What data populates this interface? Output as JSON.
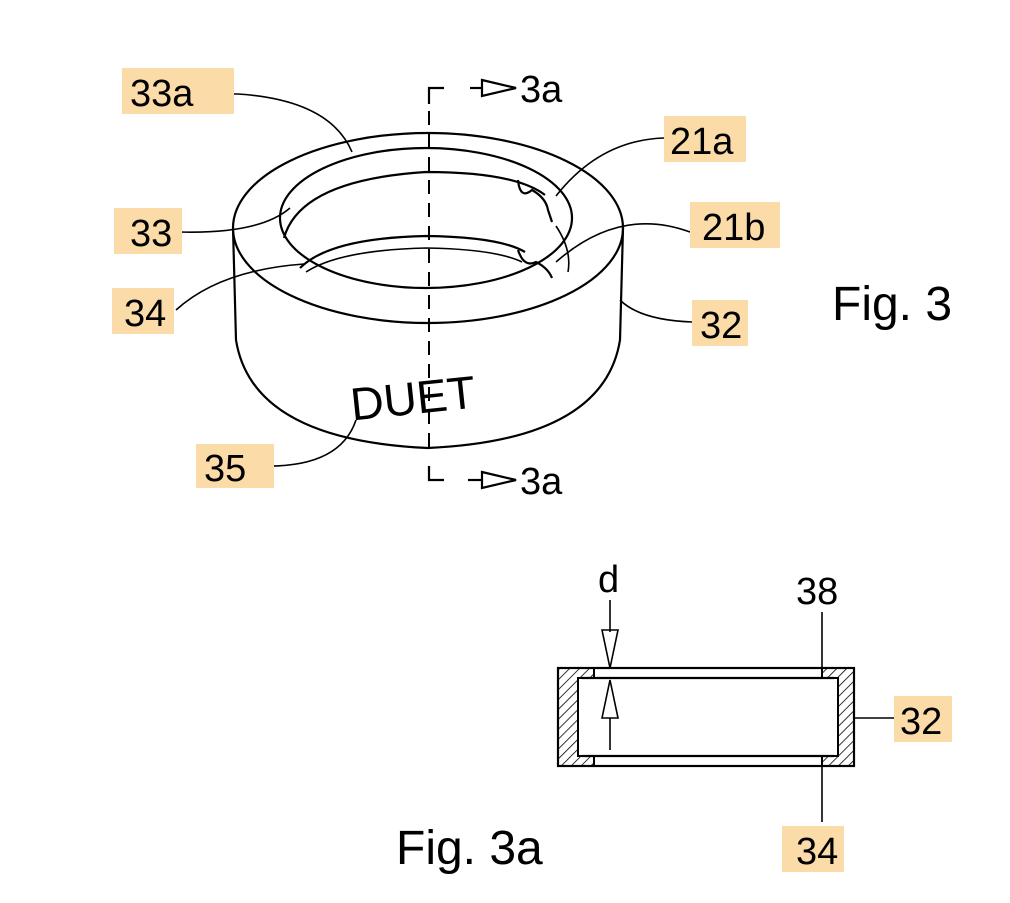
{
  "figure_3": {
    "caption": "Fig. 3",
    "text_on_ring": "DUET",
    "section_marker_top": "3a",
    "section_marker_bottom": "3a",
    "callouts": {
      "c33a": "33a",
      "c33": "33",
      "c34": "34",
      "c35": "35",
      "c21a": "21a",
      "c21b": "21b",
      "c32": "32"
    }
  },
  "figure_3a": {
    "caption": "Fig. 3a",
    "dimension_label": "d",
    "callouts": {
      "c38": "38",
      "c32": "32",
      "c34": "34"
    }
  },
  "colors": {
    "line": "#000000",
    "label_highlight": "#fbdca9",
    "background": "#ffffff"
  }
}
